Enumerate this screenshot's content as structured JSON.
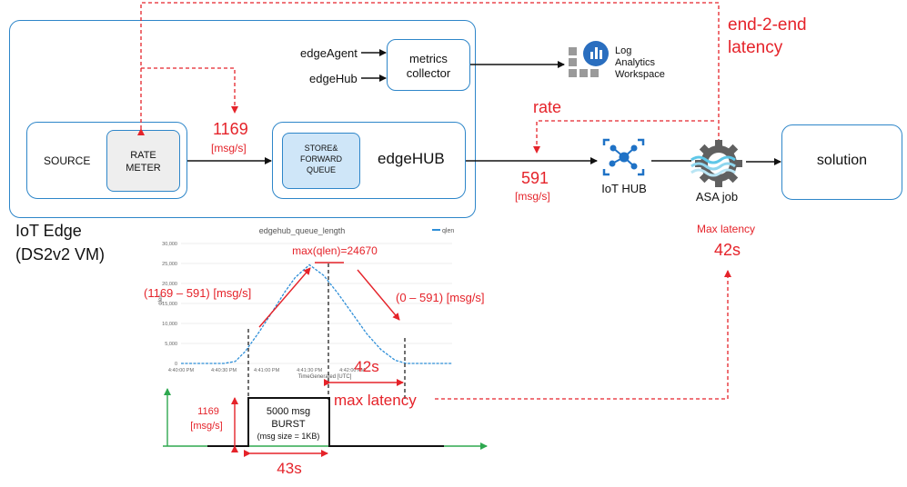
{
  "iot_edge": {
    "title": "IoT Edge",
    "subtitle": "(DS2v2 VM)"
  },
  "source": {
    "label": "SOURCE"
  },
  "rate_meter": {
    "line1": "RATE",
    "line2": "METER"
  },
  "store_forward": {
    "line1": "STORE&",
    "line2": "FORWARD",
    "line3": "QUEUE"
  },
  "edgehub_box": {
    "label": "edgeHUB"
  },
  "metrics": {
    "line1": "metrics",
    "line2": "collector",
    "input1": "edgeAgent",
    "input2": "edgeHub"
  },
  "log_analytics": {
    "line1": "Log",
    "line2": "Analytics",
    "line3": "Workspace"
  },
  "iot_hub": {
    "label": "IoT HUB"
  },
  "asa": {
    "label": "ASA job"
  },
  "solution": {
    "label": "solution"
  },
  "annotations": {
    "input_rate": "1169",
    "input_unit": "[msg/s]",
    "output_rate": "591",
    "output_unit": "[msg/s]",
    "rate": "rate",
    "e2e_line1": "end-2-end",
    "e2e_line2": "latency",
    "max_latency_title": "Max latency",
    "max_latency_value": "42s",
    "max_qlen": "max(qlen)=24670",
    "rise_rate": "(1169 – 591) [msg/s]",
    "fall_rate": "(0 – 591) [msg/s]",
    "drain_time": "42s",
    "max_latency_label": "max latency",
    "burst_rate": "1169",
    "burst_unit": "[msg/s]",
    "burst_duration": "43s"
  },
  "burst": {
    "line1": "5000 msg",
    "line2": "BURST",
    "line3": "(msg size = 1KB)"
  },
  "chart_data": {
    "type": "line",
    "title": "edgehub_queue_length",
    "xlabel": "TimeGenerated [UTC]",
    "ylabel": "qlen",
    "legend": [
      "qlen"
    ],
    "legend_position": "top-right",
    "grid": true,
    "x_ticks": [
      "4:40:00 PM",
      "4:40:30 PM",
      "4:41:00 PM",
      "4:41:30 PM",
      "4:42:00 PM"
    ],
    "y_ticks": [
      "0",
      "5,000",
      "10,000",
      "15,000",
      "20,000",
      "25,000",
      "30,000"
    ],
    "ylim": [
      0,
      30000
    ],
    "x_seconds": [
      0,
      30,
      38,
      45,
      55,
      65,
      73,
      80,
      90,
      100,
      110,
      115,
      122,
      130,
      140,
      150,
      158,
      190
    ],
    "series": [
      {
        "name": "qlen",
        "values": [
          0,
          0,
          500,
          3000,
          8000,
          13500,
          18000,
          21500,
          24670,
          22000,
          17500,
          15000,
          11500,
          7500,
          3500,
          800,
          0,
          0
        ]
      }
    ]
  }
}
